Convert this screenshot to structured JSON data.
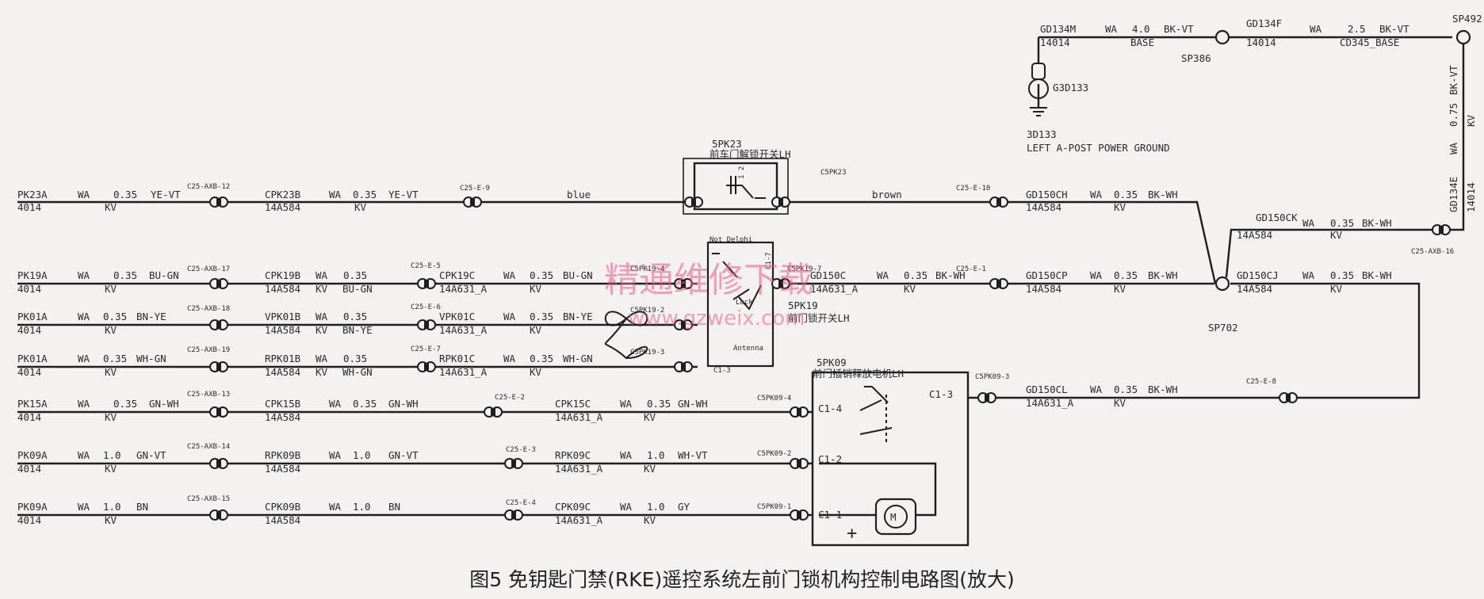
{
  "caption": "图5 免钥匙门禁(RKE)遥控系统左前门锁机构控制电路图(放大)",
  "watermark": {
    "main": "精通维修下载",
    "url": "www.gzweix.com"
  },
  "ground": {
    "circuit": "GD134M",
    "sub": "14014",
    "wa": "WA",
    "size": "4.0",
    "color": "BK-VT",
    "base": "BASE",
    "conn": "G3D133",
    "title": "3D133",
    "desc": "LEFT A-POST POWER GROUND"
  },
  "gd134f": {
    "circuit": "GD134F",
    "sub": "14014",
    "wa": "WA",
    "size": "2.5",
    "color": "BK-VT",
    "harness": "CD345_BASE"
  },
  "splices": {
    "sp386": "SP386",
    "sp492": "SP492",
    "sp702": "SP702"
  },
  "vertical_right": {
    "color": "BK-VT",
    "wa": "WA",
    "size": "0.75",
    "kv": "KV",
    "circuit": "GD134E",
    "sub": "14014"
  },
  "components": {
    "sw5pk23": {
      "id": "5PK23",
      "name": "前车门解锁开关LH",
      "conn": "C5PK23",
      "wire_in": "blue",
      "wire_out": "brown"
    },
    "sw5pk19": {
      "id": "5PK19",
      "name": "前门锁开关LH",
      "note": "Not Delphi",
      "pin_top": "C1-7",
      "pin_bot": "C1-3",
      "lock": "Lock",
      "antenna": "Antenna",
      "pins": [
        "C5PK19-4",
        "C5PK19-7",
        "C5PK19-2",
        "C5PK19-3"
      ]
    },
    "m5pk09": {
      "id": "5PK09",
      "name": "前门插销释放电机LH",
      "conn_out": "C5PK09-3",
      "pins": [
        "C1-4",
        "C1-3",
        "C1-2",
        "C1-1"
      ],
      "conns": [
        "C5PK09-4",
        "C5PK09-2",
        "C5PK09-1"
      ],
      "motor": "M",
      "plus": "+"
    }
  },
  "rows": [
    {
      "c1": "PK23A",
      "s1": "4014",
      "wa1": "WA",
      "g1": "0.35",
      "col1": "YE-VT",
      "kv1": "KV",
      "x1": "C25-AXB-12",
      "c2": "CPK23B",
      "s2": "14A584",
      "wa2": "WA",
      "g2": "0.35",
      "col2": "YE-VT",
      "kv2": "KV",
      "x2": "C25-E-9"
    },
    {
      "c1": "PK19A",
      "s1": "4014",
      "wa1": "WA",
      "g1": "0.35",
      "col1": "BU-GN",
      "kv1": "KV",
      "x1": "C25-AXB-17",
      "c2": "CPK19B",
      "s2": "14A584",
      "wa2": "WA",
      "g2": "0.35",
      "col2": "BU-GN",
      "kv2": "KV",
      "x2": "C25-E-5",
      "c3": "CPK19C",
      "s3": "14A631_A",
      "wa3": "WA",
      "g3": "0.35",
      "col3": "BU-GN",
      "kv3": "KV"
    },
    {
      "c1": "PK01A",
      "s1": "4014",
      "wa1": "WA",
      "g1": "0.35",
      "col1": "BN-YE",
      "kv1": "KV",
      "x1": "C25-AXB-18",
      "c2": "VPK01B",
      "s2": "14A584",
      "wa2": "WA",
      "g2": "0.35",
      "col2": "BN-YE",
      "kv2": "KV",
      "x2": "C25-E-6",
      "c3": "VPK01C",
      "s3": "14A631_A",
      "wa3": "WA",
      "g3": "0.35",
      "col3": "BN-YE",
      "kv3": "KV"
    },
    {
      "c1": "PK01A",
      "s1": "4014",
      "wa1": "WA",
      "g1": "0.35",
      "col1": "WH-GN",
      "kv1": "KV",
      "x1": "C25-AXB-19",
      "c2": "RPK01B",
      "s2": "14A584",
      "wa2": "WA",
      "g2": "0.35",
      "col2": "WH-GN",
      "kv2": "KV",
      "x2": "C25-E-7",
      "c3": "RPK01C",
      "s3": "14A631_A",
      "wa3": "WA",
      "g3": "0.35",
      "col3": "WH-GN",
      "kv3": "KV"
    },
    {
      "c1": "PK15A",
      "s1": "4014",
      "wa1": "WA",
      "g1": "0.35",
      "col1": "GN-WH",
      "kv1": "KV",
      "x1": "C25-AXB-13",
      "c2": "CPK15B",
      "s2": "14A584",
      "wa2": "WA",
      "g2": "0.35",
      "col2": "GN-WH",
      "x2": "C25-E-2",
      "c3": "CPK15C",
      "s3": "14A631_A",
      "wa3": "WA",
      "g3": "0.35",
      "col3": "GN-WH",
      "kv3": "KV"
    },
    {
      "c1": "PK09A",
      "s1": "4014",
      "wa1": "WA",
      "g1": "1.0",
      "col1": "GN-VT",
      "kv1": "KV",
      "x1": "C25-AXB-14",
      "c2": "RPK09B",
      "s2": "14A584",
      "wa2": "WA",
      "g2": "1.0",
      "col2": "GN-VT",
      "x2": "C25-E-3",
      "c3": "RPK09C",
      "s3": "14A631_A",
      "wa3": "WA",
      "g3": "1.0",
      "col3": "WH-VT",
      "kv3": "KV"
    },
    {
      "c1": "PK09A",
      "s1": "4014",
      "wa1": "WA",
      "g1": "1.0",
      "col1": "BN",
      "kv1": "KV",
      "x1": "C25-AXB-15",
      "c2": "CPK09B",
      "s2": "14A584",
      "wa2": "WA",
      "g2": "1.0",
      "col2": "BN",
      "x2": "C25-E-4",
      "c3": "CPK09C",
      "s3": "14A631_A",
      "wa3": "WA",
      "g3": "1.0",
      "col3": "GY",
      "kv3": "KV"
    }
  ],
  "gd150": [
    {
      "circuit": "GD150CH",
      "sub": "14A584",
      "wa": "WA",
      "size": "0.35",
      "color": "BK-WH",
      "kv": "KV",
      "conn": "C25-E-10"
    },
    {
      "circuit": "GD150CP",
      "sub": "14A584",
      "wa": "WA",
      "size": "0.35",
      "color": "BK-WH",
      "kv": "KV",
      "conn": "C25-E-1",
      "left_circuit": "GD150C",
      "left_sub": "14A631_A",
      "left_wa": "WA",
      "left_size": "0.35",
      "left_color": "BK-WH",
      "left_kv": "KV"
    },
    {
      "circuit": "GD150CJ",
      "sub": "14A584",
      "wa": "WA",
      "size": "0.35",
      "color": "BK-WH",
      "kv": "KV"
    },
    {
      "circuit": "GD150CK",
      "sub": "14A584",
      "wa": "WA",
      "size": "0.35",
      "color": "BK-WH",
      "kv": "KV",
      "conn": "C25-AXB-16"
    },
    {
      "circuit": "GD150CL",
      "sub": "14A631_A",
      "wa": "WA",
      "size": "0.35",
      "color": "BK-WH",
      "kv": "KV",
      "conn": "C25-E-8"
    }
  ]
}
